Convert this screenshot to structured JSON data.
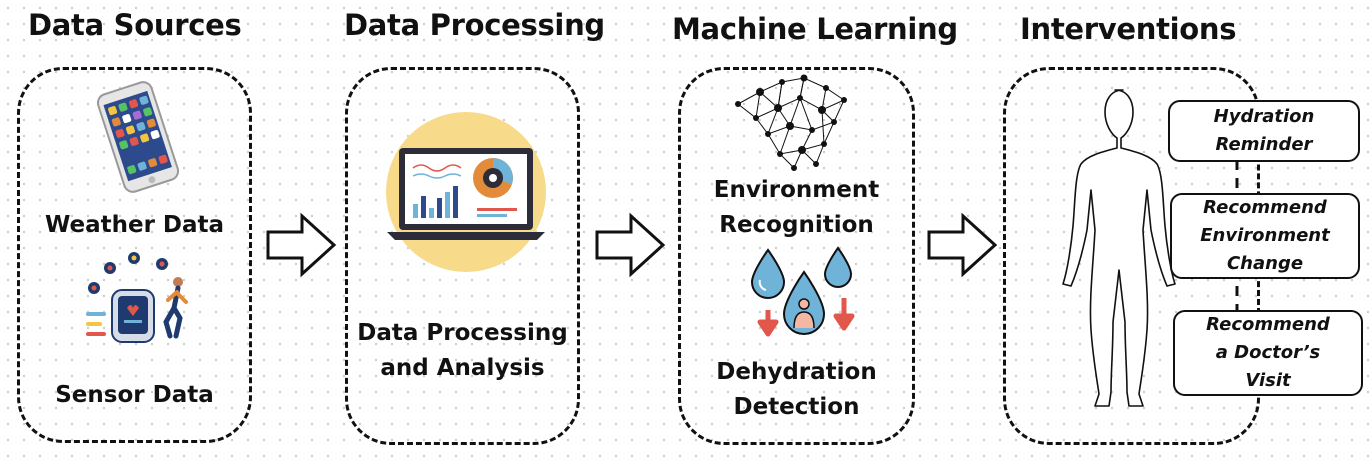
{
  "stages": [
    {
      "title": "Data Sources"
    },
    {
      "title": "Data Processing"
    },
    {
      "title": "Machine Learning"
    },
    {
      "title": "Interventions"
    }
  ],
  "data_sources": {
    "weather_label": "Weather Data",
    "sensor_label": "Sensor Data"
  },
  "data_processing": {
    "label_line1": "Data Processing",
    "label_line2": "and Analysis"
  },
  "machine_learning": {
    "env_line1": "Environment",
    "env_line2": "Recognition",
    "dehyd_line1": "Dehydration",
    "dehyd_line2": "Detection"
  },
  "interventions": [
    {
      "text": "Hydration\nReminder"
    },
    {
      "text": "Recommend\nEnvironment\nChange"
    },
    {
      "text": "Recommend\na Doctor’s\nVisit"
    }
  ],
  "colors": {
    "accent_red": "#e2574c",
    "drop_blue": "#6fb3d8",
    "circle_yellow": "#f7db8a",
    "outline": "#111111"
  }
}
